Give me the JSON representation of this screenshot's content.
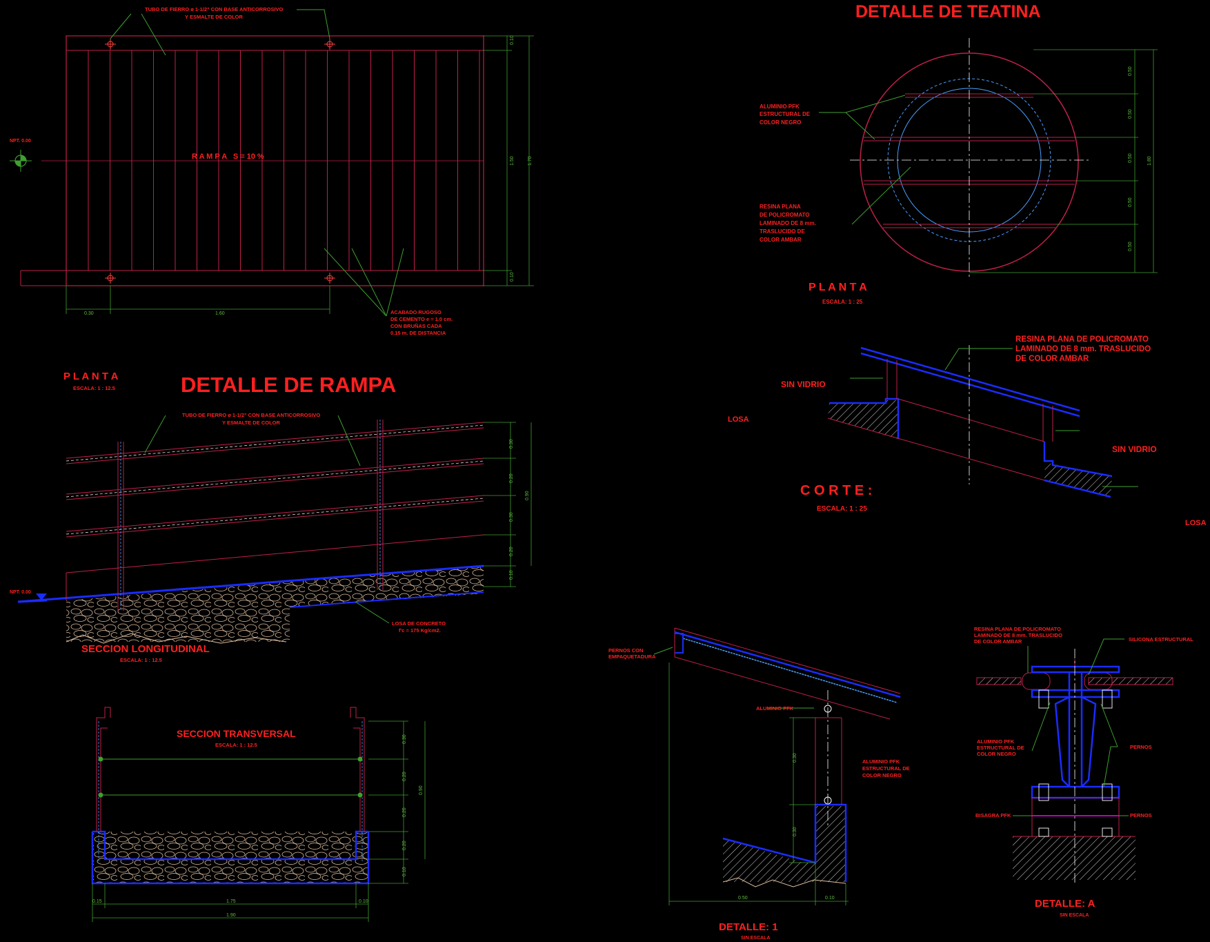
{
  "colors": {
    "background": "#000000",
    "line_red": "#c0204a",
    "text_red": "#ff2020",
    "dim_green": "#3f9f2f",
    "blue": "#1a2cff",
    "hatch": "#d8d8d8"
  },
  "rampa": {
    "title": "DETALLE DE RAMPA",
    "planta": {
      "label": "P L A N T A",
      "scale": "ESCALA: 1 : 12.5",
      "note_tubo_1": "TUBO DE FIERRO ø 1-1/2\" CON BASE ANTICORROSIVO",
      "note_tubo_2": "Y ESMALTE DE COLOR",
      "ramp_text": "R A M P A   S = 10 %",
      "npt": "NPT. 0.00",
      "note_acabado_1": "ACABADO RUGOSO",
      "note_acabado_2": "DE CEMENTO e = 1.0 cm.",
      "note_acabado_3": "CON BRUÑAS CADA",
      "note_acabado_4": "0.15 m. DE DISTANCIA",
      "dims": {
        "d1": "0.30",
        "d2": "1.60",
        "d3": "0.10",
        "d4": "1.50",
        "d5": "1.70",
        "d6": "0.10"
      }
    },
    "longitudinal": {
      "label": "SECCION LONGITUDINAL",
      "scale": "ESCALA: 1 : 12.5",
      "note_tubo_1": "TUBO DE FIERRO ø 1-1/2\" CON BASE ANTICORROSIVO",
      "note_tubo_2": "Y ESMALTE DE COLOR",
      "npt": "NPT. 0.00",
      "note_losa_1": "LOSA DE CONCRETO",
      "note_losa_2": "f'c = 175 Kg/cm2.",
      "dims": {
        "d1": "0.30",
        "d2": "0.20",
        "d3": "0.30",
        "d4": "0.20",
        "d5": "0.10",
        "d6": "0.90"
      }
    },
    "transversal": {
      "label": "SECCION TRANSVERSAL",
      "scale": "ESCALA: 1 : 12.5",
      "dims": {
        "b1": "0.15",
        "b2": "1.75",
        "b3": "0.10",
        "b4": "1.90",
        "v1": "0.30",
        "v2": "0.20",
        "v3": "0.20",
        "v4": "0.20",
        "v5": "0.10",
        "v6": "0.90"
      }
    }
  },
  "teatina": {
    "title": "DETALLE DE TEATINA",
    "planta": {
      "label": "P L A N T A",
      "scale": "ESCALA: 1 : 25",
      "note_alum_1": "ALUMINIO PFK",
      "note_alum_2": "ESTRUCTURAL DE",
      "note_alum_3": "COLOR NEGRO",
      "note_resina_1": "RESINA PLANA",
      "note_resina_2": "DE POLICROMATO",
      "note_resina_3": "LAMINADO DE 8 mm.",
      "note_resina_4": "TRASLUCIDO DE",
      "note_resina_5": "COLOR AMBAR",
      "dims": {
        "v1": "0.50",
        "v2": "0.50",
        "v3": "0.50",
        "v4": "0.50",
        "v5": "0.50",
        "total": "1.80"
      }
    },
    "corte": {
      "label": "C O R T E :",
      "scale": "ESCALA: 1 : 25",
      "note_resina_1": "RESINA PLANA DE POLICROMATO",
      "note_resina_2": "LAMINADO DE 8 mm. TRASLUCIDO",
      "note_resina_3": "DE COLOR AMBAR",
      "sin_vidrio_left": "SIN VIDRIO",
      "sin_vidrio_right": "SIN VIDRIO",
      "losa_left": "LOSA",
      "losa_right": "LOSA"
    },
    "detalle1": {
      "label": "DETALLE: 1",
      "scale": "SIN ESCALA",
      "note_pernos_1": "PERNOS CON",
      "note_pernos_2": "EMPAQUETADURA",
      "note_alum": "ALUMINIO PFK",
      "note_alum2_1": "ALUMINIO PFK",
      "note_alum2_2": "ESTRUCTURAL DE",
      "note_alum2_3": "COLOR NEGRO",
      "dims": {
        "v1": "0.30",
        "v2": "0.30",
        "h1": "0.50",
        "h2": "0.10"
      }
    },
    "detalleA": {
      "label": "DETALLE: A",
      "scale": "SIN ESCALA",
      "note_resina_1": "RESINA PLANA DE POLICROMATO",
      "note_resina_2": "LAMINADO DE 8 mm. TRASLUCIDO",
      "note_resina_3": "DE COLOR AMBAR",
      "note_silicona": "SILICONA ESTRUCTURAL",
      "note_alum_1": "ALUMINIO PFK",
      "note_alum_2": "ESTRUCTURAL DE",
      "note_alum_3": "COLOR NEGRO",
      "note_pernos": "PERNOS",
      "note_bisagra": "BISAGRA PFK",
      "note_pernos2": "PERNOS"
    }
  }
}
